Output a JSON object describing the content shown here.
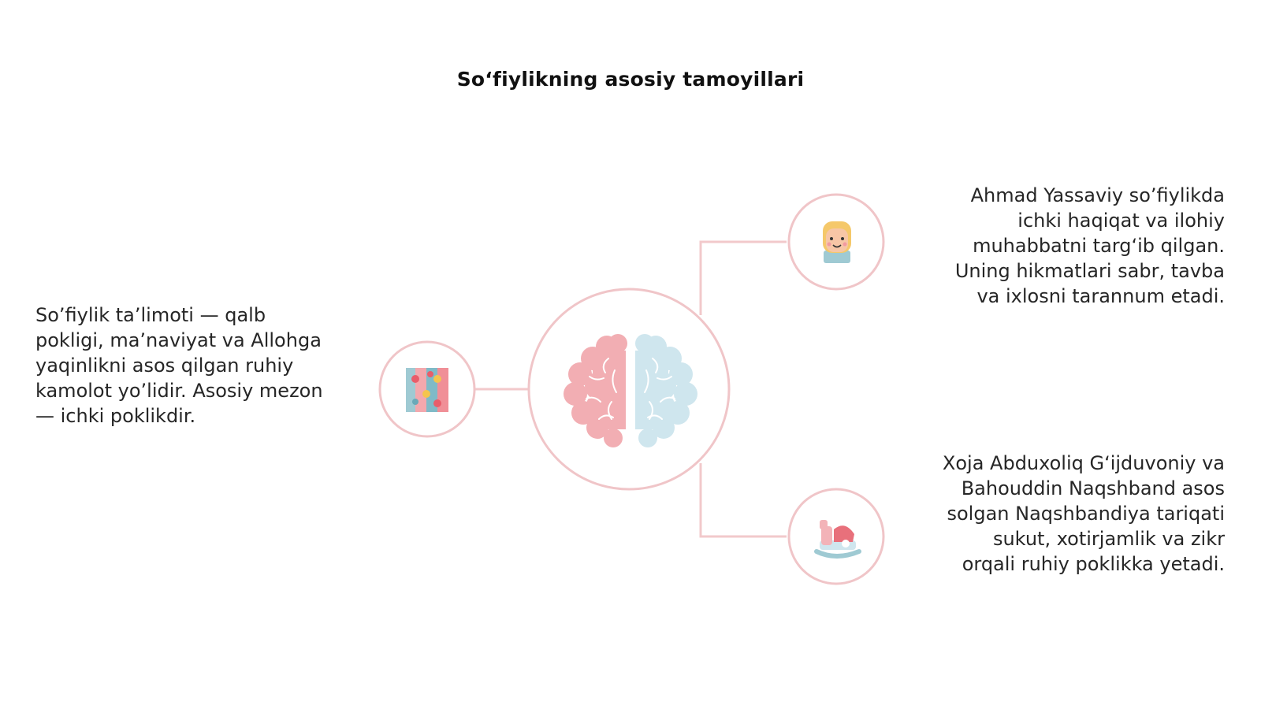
{
  "title": "So‘fiylikning asosiy tamoyillari",
  "nodes": {
    "left": {
      "text": "So’fiylik ta’limoti — qalb\npokligi, ma’naviyat va Allohga\nyaqinlikni asos qilgan ruhiy\nkamolot yo’lidir. Asosiy mezon\n— ichki poklikdir.",
      "icon": "puzzle-icon"
    },
    "right_top": {
      "text": "Ahmad Yassaviy so’fiylikda\nichki haqiqat va ilohiy\nmuhabbatni targ‘ib qilgan.\nUning hikmatlari sabr, tavba\nva ixlosni tarannum etadi.",
      "icon": "child-face-icon"
    },
    "right_bottom": {
      "text": "Xoja Abduxoliq G‘ijduvoniy va\nBahouddin Naqshband asos\nsolgan Naqshbandiya tariqati\nsukut, xotirjamlik va zikr\norqali ruhiy poklikka yetadi.",
      "icon": "rocking-horse-icon"
    },
    "center": {
      "icon": "brain-icon"
    }
  },
  "colors": {
    "connector": "#f2c9cb",
    "circle_stroke": "#f0c5c8",
    "brain_left": "#f2aeb3",
    "brain_right": "#cfe6ee",
    "text": "#262626",
    "title": "#111111"
  }
}
